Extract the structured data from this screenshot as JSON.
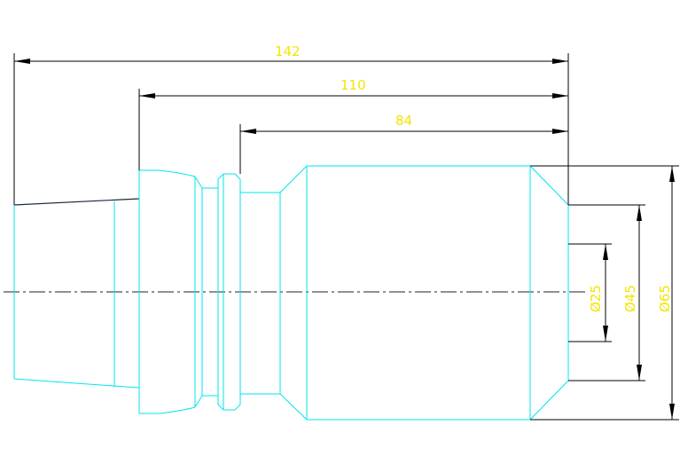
{
  "dimensions": {
    "total_length": "142",
    "mid_length": "110",
    "short_length": "84",
    "dia_small": "Ø25",
    "dia_mid": "Ø45",
    "dia_large": "Ø65"
  },
  "colors": {
    "part_outline": "#00e5ee",
    "dimension_line": "#000000",
    "dimension_text": "#f2e600",
    "background": "#ffffff"
  }
}
